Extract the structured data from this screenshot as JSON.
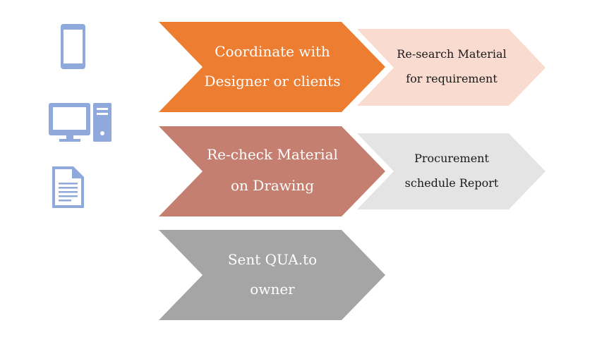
{
  "icons": [
    {
      "name": "smartphone-icon",
      "color": "#8fa9dc"
    },
    {
      "name": "desktop-computer-icon",
      "color": "#8fa9dc"
    },
    {
      "name": "document-icon",
      "color": "#8fa9dc"
    }
  ],
  "steps": [
    {
      "id": "coordinate",
      "lines": [
        "Coordinate with",
        "Designer or clients"
      ],
      "fill": "#ed7d31",
      "text_color": "#ffffff"
    },
    {
      "id": "research",
      "lines": [
        "Re-search Material",
        "for requirement"
      ],
      "fill": "#f9dbd0",
      "text_color": "#1a1a1a"
    },
    {
      "id": "recheck",
      "lines": [
        "Re-check Material",
        "on Drawing"
      ],
      "fill": "#c47f71",
      "text_color": "#ffffff"
    },
    {
      "id": "procurement",
      "lines": [
        "Procurement",
        "schedule Report"
      ],
      "fill": "#e4e4e4",
      "text_color": "#1a1a1a"
    },
    {
      "id": "sent",
      "lines": [
        "Sent QUA.to",
        "owner"
      ],
      "fill": "#a5a5a5",
      "text_color": "#ffffff"
    }
  ]
}
